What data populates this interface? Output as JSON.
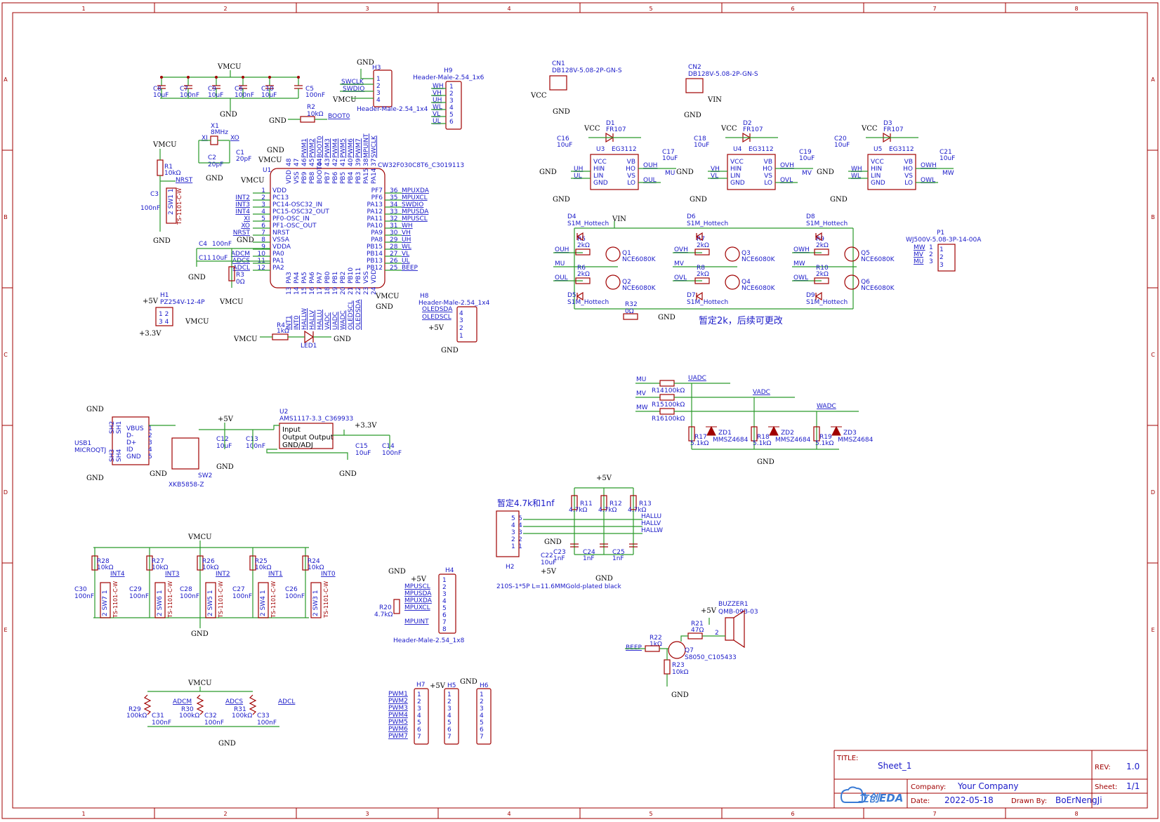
{
  "title_block": {
    "title_label": "TITLE:",
    "title": "Sheet_1",
    "rev_label": "REV:",
    "rev": "1.0",
    "company_label": "Company:",
    "company": "Your Company",
    "sheet_label": "Sheet:",
    "sheet": "1/1",
    "date_label": "Date:",
    "date": "2022-05-18",
    "drawn_label": "Drawn By:",
    "drawn": "BoErNengJi",
    "logo_text": "立创EDA"
  },
  "frame": {
    "columns": [
      "1",
      "2",
      "3",
      "4",
      "5",
      "6",
      "7",
      "8"
    ],
    "rows": [
      "A",
      "B",
      "C",
      "D",
      "E"
    ]
  },
  "notes": {
    "note1": "暂定2k，后续可更改",
    "note2": "暂定4.7k和1nf",
    "h2_desc": "210S-1*5P L=11.6MMGold-plated black"
  },
  "mcu": {
    "ref": "U1",
    "part": "CW32F030C8T6_C3019113",
    "left_pins": [
      "VDD",
      "PC13",
      "PC14-OSC32_IN",
      "PC15-OSC32_OUT",
      "PF0-OSC_IN",
      "PF1-OSC_OUT",
      "NRST",
      "VSSA",
      "VDDA",
      "PA0",
      "PA1",
      "PA2"
    ],
    "left_nums": [
      "1",
      "2",
      "3",
      "4",
      "5",
      "6",
      "7",
      "8",
      "9",
      "10",
      "11",
      "12"
    ],
    "right_pins": [
      "PF7",
      "PF6",
      "PA13",
      "PA12",
      "PA11",
      "PA10",
      "PA9",
      "PA8",
      "PB15",
      "PB14",
      "PB13",
      "PB12"
    ],
    "right_nums": [
      "36",
      "35",
      "34",
      "33",
      "32",
      "31",
      "30",
      "29",
      "28",
      "27",
      "26",
      "25"
    ],
    "right_nets": [
      "MPUXDA",
      "MPUXCL",
      "SWDIO",
      "MPUSDA",
      "MPUSCL",
      "WH",
      "VH",
      "UH",
      "WL",
      "VL",
      "UL",
      "BEEP"
    ],
    "left_nets": [
      "",
      "INT2",
      "INT3",
      "INT4",
      "XI",
      "XO",
      "NRST",
      "",
      "",
      "ADCM",
      "ADCS",
      "ADCL"
    ]
  },
  "drivers": [
    {
      "ref": "U3",
      "part": "EG3112",
      "in_h": "UH",
      "in_l": "UL",
      "out_h": "OUH",
      "out_l": "OUL",
      "phase": "MU",
      "diode": "D1",
      "cap1": "C16",
      "cap2": "C17"
    },
    {
      "ref": "U4",
      "part": "EG3112",
      "in_h": "VH",
      "in_l": "VL",
      "out_h": "OVH",
      "out_l": "OVL",
      "phase": "MV",
      "diode": "D2",
      "cap1": "C18",
      "cap2": "C19"
    },
    {
      "ref": "U5",
      "part": "EG3112",
      "in_h": "WH",
      "in_l": "WL",
      "out_h": "OWH",
      "out_l": "OWL",
      "phase": "MW",
      "diode": "D3",
      "cap1": "C20",
      "cap2": "C21"
    }
  ],
  "driver_pins": [
    "VCC",
    "HIN",
    "LIN",
    "GND",
    "VB",
    "HO",
    "VS",
    "LO"
  ],
  "labels": {
    "vmcu": "VMCU",
    "gnd": "GND",
    "vcc": "VCC",
    "vin": "VIN",
    "p5v": "+5V",
    "p33v": "+3.3V",
    "fr107": "FR107",
    "s1m": "S1M_Hottech",
    "nce": "NCE6080K",
    "mmsz": "MMSZ4684",
    "ams": "AMS1117-3.3_C369933",
    "ts": "TS-1101-C-W",
    "hdr4": "Header-Male-2.54_1x4",
    "hdr6": "Header-Male-2.54_1x6",
    "hdr8": "Header-Male-2.54_1x8",
    "db128": "DB128V-5.08-2P-GN-S",
    "wj500": "WJ500V-5.08-3P-14-00A",
    "pz254": "PZ254V-12-4P",
    "xkb": "XKB5858-Z",
    "s8050": "S8050_C105433",
    "buzzer": "QMB-09B-03",
    "x1": "8MHz"
  },
  "misc_refs": {
    "bypass_caps": [
      "C8",
      "C7",
      "C9",
      "C6",
      "C10",
      "C5"
    ],
    "bypass_vals": [
      "10uF",
      "100nF",
      "10uF",
      "100nF",
      "10uF",
      "100nF"
    ],
    "int_resistors": [
      "R28",
      "R27",
      "R26",
      "R25",
      "R24"
    ],
    "int_caps": [
      "C30",
      "C29",
      "C28",
      "C27",
      "C26"
    ],
    "int_switches": [
      "SW7",
      "SW6",
      "SW5",
      "SW4",
      "SW3"
    ],
    "int_nets": [
      "INT4",
      "INT3",
      "INT2",
      "INT1",
      "INT0"
    ],
    "pots": [
      "R29",
      "R30",
      "R31"
    ],
    "pot_nets": [
      "ADCM",
      "ADCS",
      "ADCL"
    ],
    "pot_caps": [
      "C31",
      "C32",
      "C33"
    ],
    "pwm_nets": [
      "PWM1",
      "PWM2",
      "PWM3",
      "PWM4",
      "PWM5",
      "PWM6",
      "PWM7"
    ],
    "hall_nets": [
      "HALLU",
      "HALLV",
      "HALLW"
    ],
    "adc_nets": [
      "UADC",
      "VADC",
      "WADC"
    ],
    "h3_nets": [
      "SWCLK",
      "SWDIO",
      "VMCU"
    ],
    "h9_nets": [
      "WH",
      "VH",
      "UH",
      "WL",
      "VL",
      "UL"
    ],
    "h8_nets": [
      "OLEDSDA",
      "OLEDSCL",
      "+5V"
    ],
    "h4_nets": [
      "+5V",
      "MPUSCL",
      "MPUSDA",
      "MPUXDA",
      "MPUXCL",
      "",
      "MPUINT"
    ],
    "p1_nets": [
      "MW",
      "MV",
      "MU"
    ],
    "usb_pins": [
      "VBUS",
      "D-",
      "D+",
      "ID",
      "GND"
    ]
  }
}
